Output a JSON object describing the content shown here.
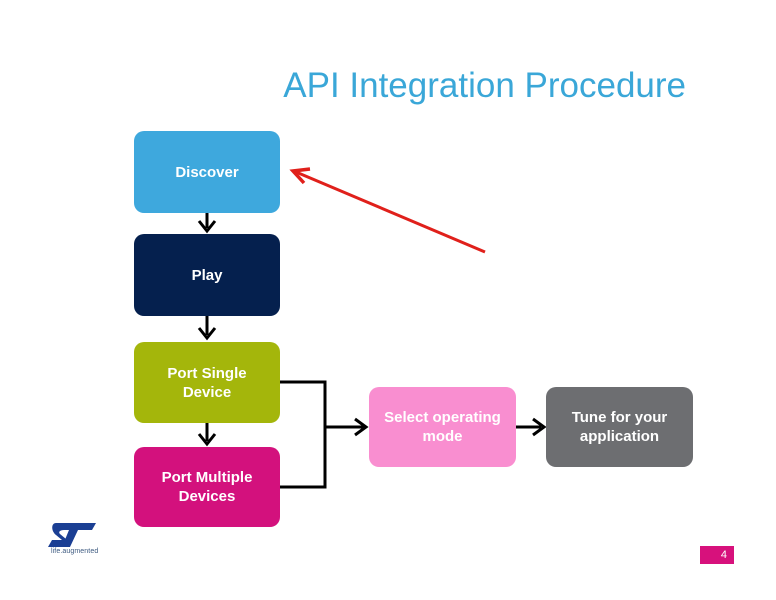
{
  "title": "API Integration Procedure",
  "nodes": {
    "discover": {
      "label": "Discover",
      "color": "#3ea8dd"
    },
    "play": {
      "label": "Play",
      "color": "#05204e"
    },
    "port_single": {
      "line1": "Port Single",
      "line2": "Device",
      "color": "#a4b60b"
    },
    "port_multiple": {
      "line1": "Port Multiple",
      "line2": "Devices",
      "color": "#d3117d"
    },
    "select_mode": {
      "line1": "Select operating",
      "line2": "mode",
      "color": "#f98ed0"
    },
    "tune": {
      "line1": "Tune for your",
      "line2": "application",
      "color": "#6d6e71"
    }
  },
  "annotation_arrow": {
    "color": "#e0201b"
  },
  "logo": {
    "brand": "ST",
    "tagline": "life.augmented",
    "color": "#1b3f94"
  },
  "page_number": "4",
  "accent": "#d7117c"
}
